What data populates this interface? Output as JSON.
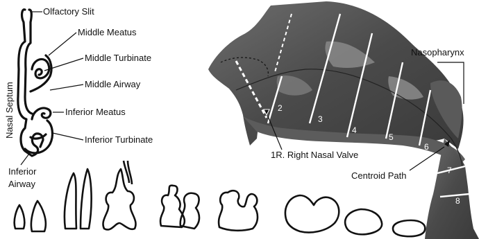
{
  "labels": {
    "olfactory_slit": "Olfactory Slit",
    "middle_meatus": "Middle Meatus",
    "middle_turbinate": "Middle Turbinate",
    "middle_airway": "Middle Airway",
    "inferior_meatus": "Inferior Meatus",
    "inferior_turbinate": "Inferior Turbinate",
    "nasal_septum": "Nasal Septum",
    "inferior_airway_line1": "Inferior",
    "inferior_airway_line2": "Airway",
    "nasopharynx": "Nasopharynx",
    "right_nasal_valve": "1R. Right Nasal Valve",
    "centroid_path": "Centroid Path"
  },
  "section_numbers": [
    "2",
    "3",
    "4",
    "5",
    "6",
    "7",
    "8"
  ],
  "colors": {
    "background": "#ffffff",
    "outline": "#111111",
    "model_dark": "#4a4a4a",
    "model_light": "#8c8c8c"
  }
}
